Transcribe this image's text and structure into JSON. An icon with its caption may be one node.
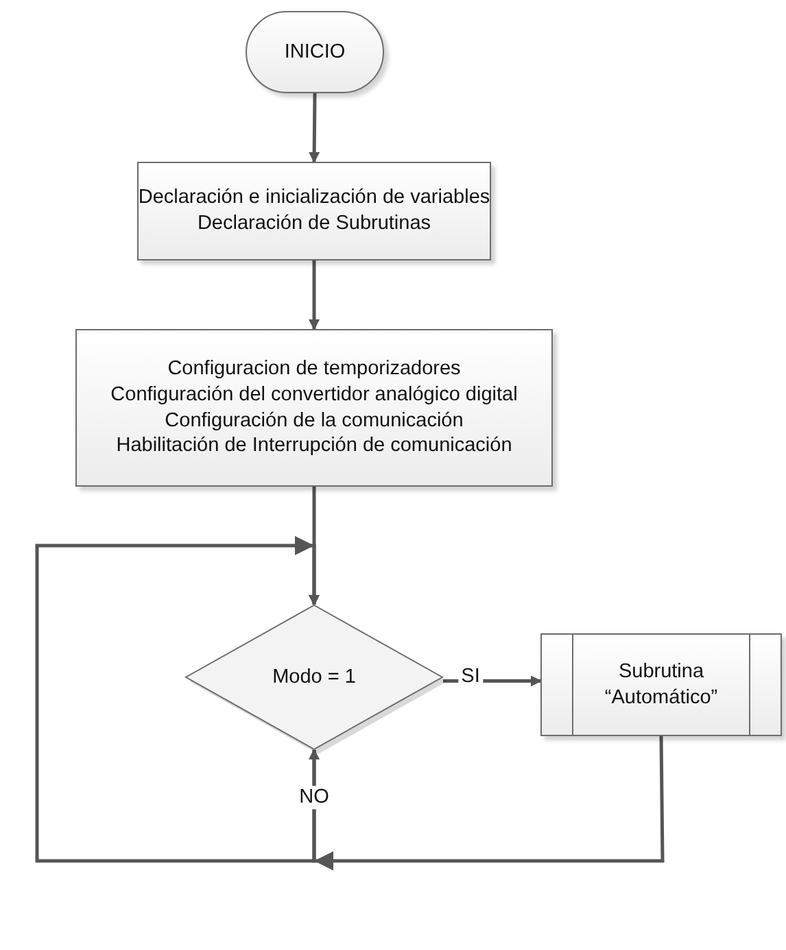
{
  "diagram": {
    "nodes": [
      {
        "text": [
          "INICIO"
        ]
      },
      {
        "text": [
          "Declaración e inicialización de variables",
          "Declaración de Subrutinas"
        ]
      },
      {
        "text": [
          "Configuracion de temporizadores",
          "Configuración del convertidor analógico digital",
          "Configuración de la comunicación",
          "Habilitación de Interrupción de comunicación"
        ]
      },
      {
        "text": [
          "Modo = 1"
        ]
      },
      {
        "text": [
          "Subrutina",
          "“Automático”"
        ]
      }
    ],
    "edges": [
      {
        "from": 0,
        "to": 1,
        "arrow": "to"
      },
      {
        "from": 1,
        "to": 2,
        "arrow": "to"
      },
      {
        "from": 2,
        "to": 3,
        "arrow": "to"
      },
      {
        "from": 3,
        "to": 4,
        "arrow": "to",
        "label": "SI"
      },
      {
        "from": 3,
        "to": 3,
        "arrow": "to",
        "label": "NO"
      },
      {
        "from": 4,
        "to": 3,
        "arrow": "to"
      }
    ]
  }
}
